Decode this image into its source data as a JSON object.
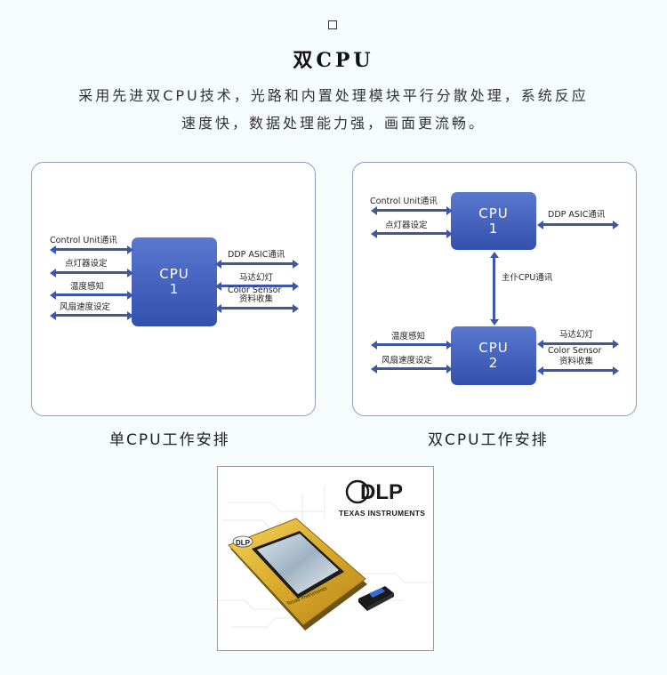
{
  "section_marker": "□",
  "title": "双CPU",
  "description_lines": [
    "采用先进双CPU技术，光路和内置处理模块平行分散处理，系统反应",
    "速度快，数据处理能力强，画面更流畅。"
  ],
  "single": {
    "caption": "单CPU工作安排",
    "cpu_label_1": "CPU",
    "cpu_label_2": "1",
    "left_labels": [
      "Control Unit通讯",
      "点灯器设定",
      "温度感知",
      "风扇速度设定"
    ],
    "right_labels": [
      "DDP ASIC通讯",
      "马达幻灯",
      "Color Sensor",
      "资料收集"
    ]
  },
  "dual": {
    "caption": "双CPU工作安排",
    "cpu1_label_1": "CPU",
    "cpu1_label_2": "1",
    "cpu2_label_1": "CPU",
    "cpu2_label_2": "2",
    "cpu1_left": [
      "Control Unit通讯",
      "点灯器设定"
    ],
    "cpu1_right": [
      "DDP ASIC通讯"
    ],
    "link": "主仆CPU通讯",
    "cpu2_left": [
      "温度感知",
      "风扇速度设定"
    ],
    "cpu2_right": [
      "马达幻灯",
      "Color Sensor",
      "资料收集"
    ]
  },
  "product_image": {
    "logo_text": "DLP",
    "brand": "TEXAS INSTRUMENTS",
    "chip_brand": "Texas Instruments",
    "chip_badge": "DLP"
  }
}
